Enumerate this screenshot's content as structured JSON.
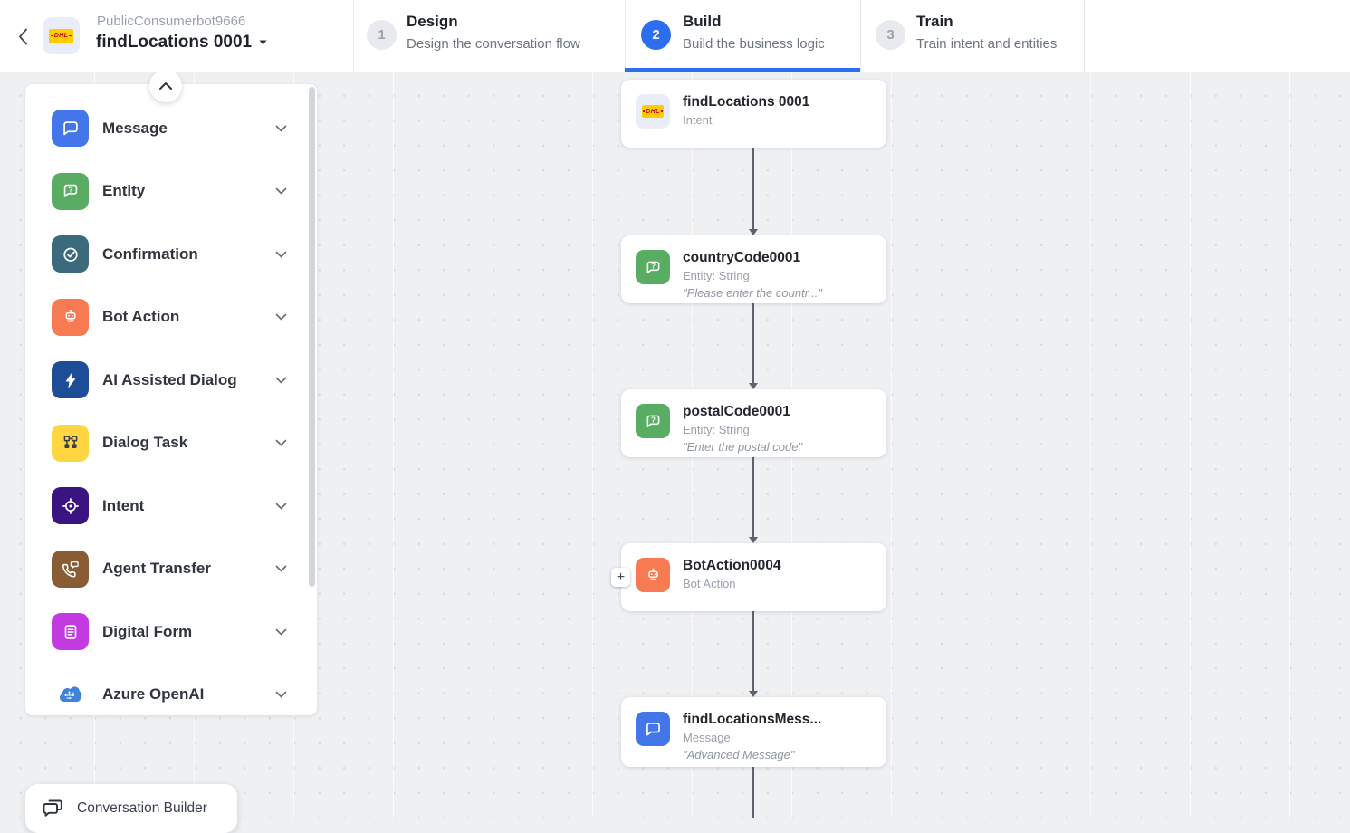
{
  "header": {
    "bot_name": "PublicConsumerbot9666",
    "task_name": "findLocations 0001",
    "steps": [
      {
        "number": "1",
        "title": "Design",
        "subtitle": "Design the conversation flow",
        "active": false
      },
      {
        "number": "2",
        "title": "Build",
        "subtitle": "Build the business logic",
        "active": true
      },
      {
        "number": "3",
        "title": "Train",
        "subtitle": "Train intent and entities",
        "active": false
      }
    ]
  },
  "sidebar": {
    "items": [
      {
        "label": "Message",
        "icon": "message-icon",
        "color": "#4377e9"
      },
      {
        "label": "Entity",
        "icon": "entity-icon",
        "color": "#59ad63"
      },
      {
        "label": "Confirmation",
        "icon": "confirmation-icon",
        "color": "#3a6a7c"
      },
      {
        "label": "Bot Action",
        "icon": "bot-action-icon",
        "color": "#f87a52"
      },
      {
        "label": "AI Assisted Dialog",
        "icon": "ai-assisted-dialog-icon",
        "color": "#1d4d97"
      },
      {
        "label": "Dialog Task",
        "icon": "dialog-task-icon",
        "color": "#ffd640"
      },
      {
        "label": "Intent",
        "icon": "intent-icon",
        "color": "#3a1480"
      },
      {
        "label": "Agent Transfer",
        "icon": "agent-transfer-icon",
        "color": "#8a5c33"
      },
      {
        "label": "Digital Form",
        "icon": "digital-form-icon",
        "color": "#c43ae1"
      },
      {
        "label": "Azure OpenAI",
        "icon": "azure-openai-icon",
        "color": "#3d82db"
      }
    ]
  },
  "flow": {
    "nodes": [
      {
        "title": "findLocations 0001",
        "subtitle": "Intent",
        "quote": ""
      },
      {
        "title": "countryCode0001",
        "subtitle": "Entity: String",
        "quote": "\"Please enter the countr...\""
      },
      {
        "title": "postalCode0001",
        "subtitle": "Entity: String",
        "quote": "\"Enter the postal code\""
      },
      {
        "title": "BotAction0004",
        "subtitle": "Bot Action",
        "quote": ""
      },
      {
        "title": "findLocationsMess...",
        "subtitle": "Message",
        "quote": "\"Advanced Message\""
      }
    ]
  },
  "footer": {
    "conversation_builder_label": "Conversation Builder"
  },
  "icons": {
    "plus": "+"
  },
  "colors": {
    "accent_blue": "#2b6ff0",
    "connector": "#5c636c",
    "canvas_bg": "#eef0f2",
    "dhl_yellow": "#ffcc00",
    "dhl_red": "#d40511"
  }
}
